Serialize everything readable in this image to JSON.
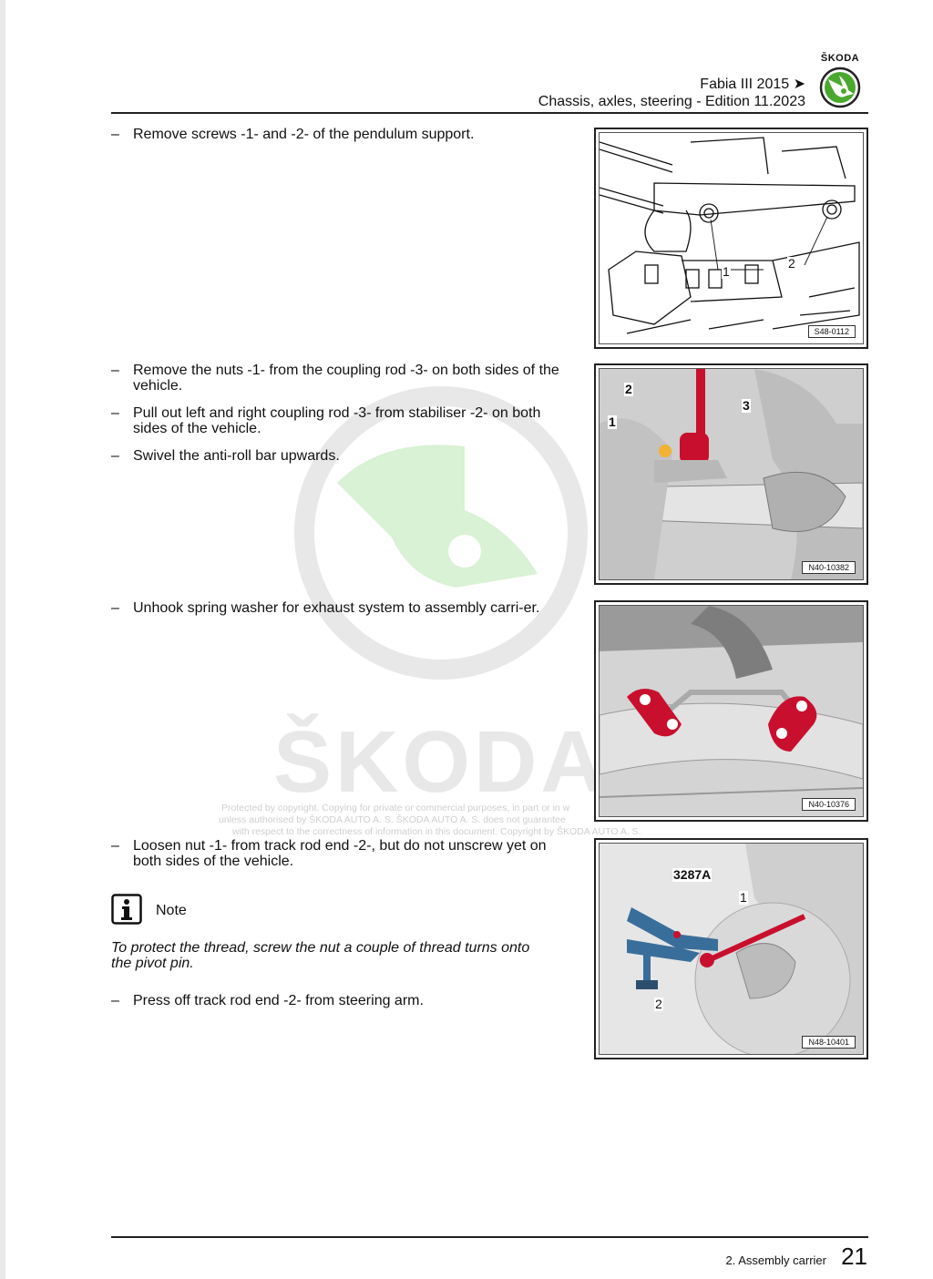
{
  "header": {
    "brand": "ŠKODA",
    "model": "Fabia III 2015 ➤",
    "manual": "Chassis, axles, steering - Edition 11.2023"
  },
  "watermark": {
    "word": "ŠKODA",
    "notice_line1": "Protected by copyright. Copying for private or commercial purposes, in part or in w",
    "notice_line2": "unless authorised by ŠKODA AUTO A. S. ŠKODA AUTO A. S. does not guarantee",
    "notice_line3": "with respect to the correctness of information in this document. Copyright by ŠKODA AUTO A. S."
  },
  "steps": [
    {
      "dash": "–",
      "text": "Remove screws -1- and -2- of the pendulum support."
    },
    {
      "dash": "–",
      "text": "Remove the nuts -1- from the coupling rod -3- on both sides of the vehicle."
    },
    {
      "dash": "–",
      "text": "Pull out left and right coupling rod -3- from stabiliser -2- on both sides of the vehicle."
    },
    {
      "dash": "–",
      "text": "Swivel the anti-roll bar upwards."
    },
    {
      "dash": "–",
      "text": "Unhook spring washer for exhaust system to assembly carri-er."
    },
    {
      "dash": "–",
      "text": "Loosen nut -1- from track rod end -2-, but do not unscrew yet on both sides of the vehicle."
    },
    {
      "dash": "–",
      "text": "Press off track rod end -2- from steering arm."
    }
  ],
  "note": {
    "title": "Note",
    "text": "To protect the thread, screw the nut a couple of thread turns onto the pivot pin."
  },
  "figures": [
    {
      "code": "S48-0112",
      "callouts": [
        "1",
        "2"
      ]
    },
    {
      "code": "N40-10382",
      "callouts": [
        "2",
        "1",
        "3"
      ]
    },
    {
      "code": "N40-10376",
      "callouts": []
    },
    {
      "code": "N48-10401",
      "callouts": [
        "3287A",
        "1",
        "2"
      ]
    }
  ],
  "footer": {
    "section": "2. Assembly carrier",
    "page": "21"
  },
  "colors": {
    "brand_green": "#4ba82e",
    "part_red": "#c8102e",
    "tool_blue": "#3a6e9a"
  }
}
